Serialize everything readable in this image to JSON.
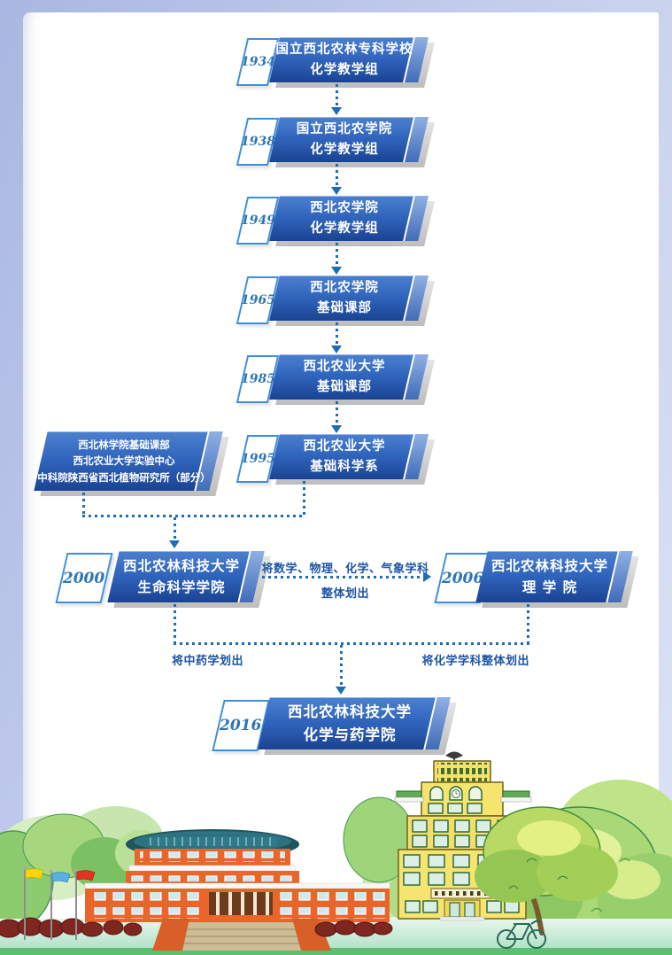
{
  "page": {
    "frame_color": "#b7c3e8",
    "accent_colors": {
      "box_gradient_top": "#4b80d0",
      "box_gradient_bottom": "#1a4392",
      "year_border": "#3f8ede",
      "year_text": "#2e75b6",
      "connector": "#1e6cb5",
      "label_text": "#1e55a5"
    }
  },
  "flowchart": {
    "timeline": [
      {
        "year": "1934",
        "line1": "国立西北农林专科学校",
        "line2": "化学教学组"
      },
      {
        "year": "1938",
        "line1": "国立西北农学院",
        "line2": "化学教学组"
      },
      {
        "year": "1949",
        "line1": "西北农学院",
        "line2": "化学教学组"
      },
      {
        "year": "1965",
        "line1": "西北农学院",
        "line2": "基础课部"
      },
      {
        "year": "1985",
        "line1": "西北农业大学",
        "line2": "基础课部"
      },
      {
        "year": "1995",
        "line1": "西北农业大学",
        "line2": "基础科学系"
      }
    ],
    "merged_units": {
      "line1": "西北林学院基础课部",
      "line2": "西北农业大学实验中心",
      "line3": "中科院陕西省西北植物研究所（部分）"
    },
    "node_2000": {
      "year": "2000",
      "line1": "西北农林科技大学",
      "line2": "生命科学学院"
    },
    "node_2006": {
      "year": "2006",
      "line1": "西北农林科技大学",
      "line2": "理 学 院"
    },
    "node_2016": {
      "year": "2016",
      "line1": "西北农林科技大学",
      "line2": "化学与药学院"
    },
    "labels": {
      "split_to_2006_line1": "将数学、物理、化学、气象学科",
      "split_to_2006_line2": "整体划出",
      "split_from_2000": "将中药学划出",
      "split_from_2006": "将化学学科整体划出"
    }
  }
}
